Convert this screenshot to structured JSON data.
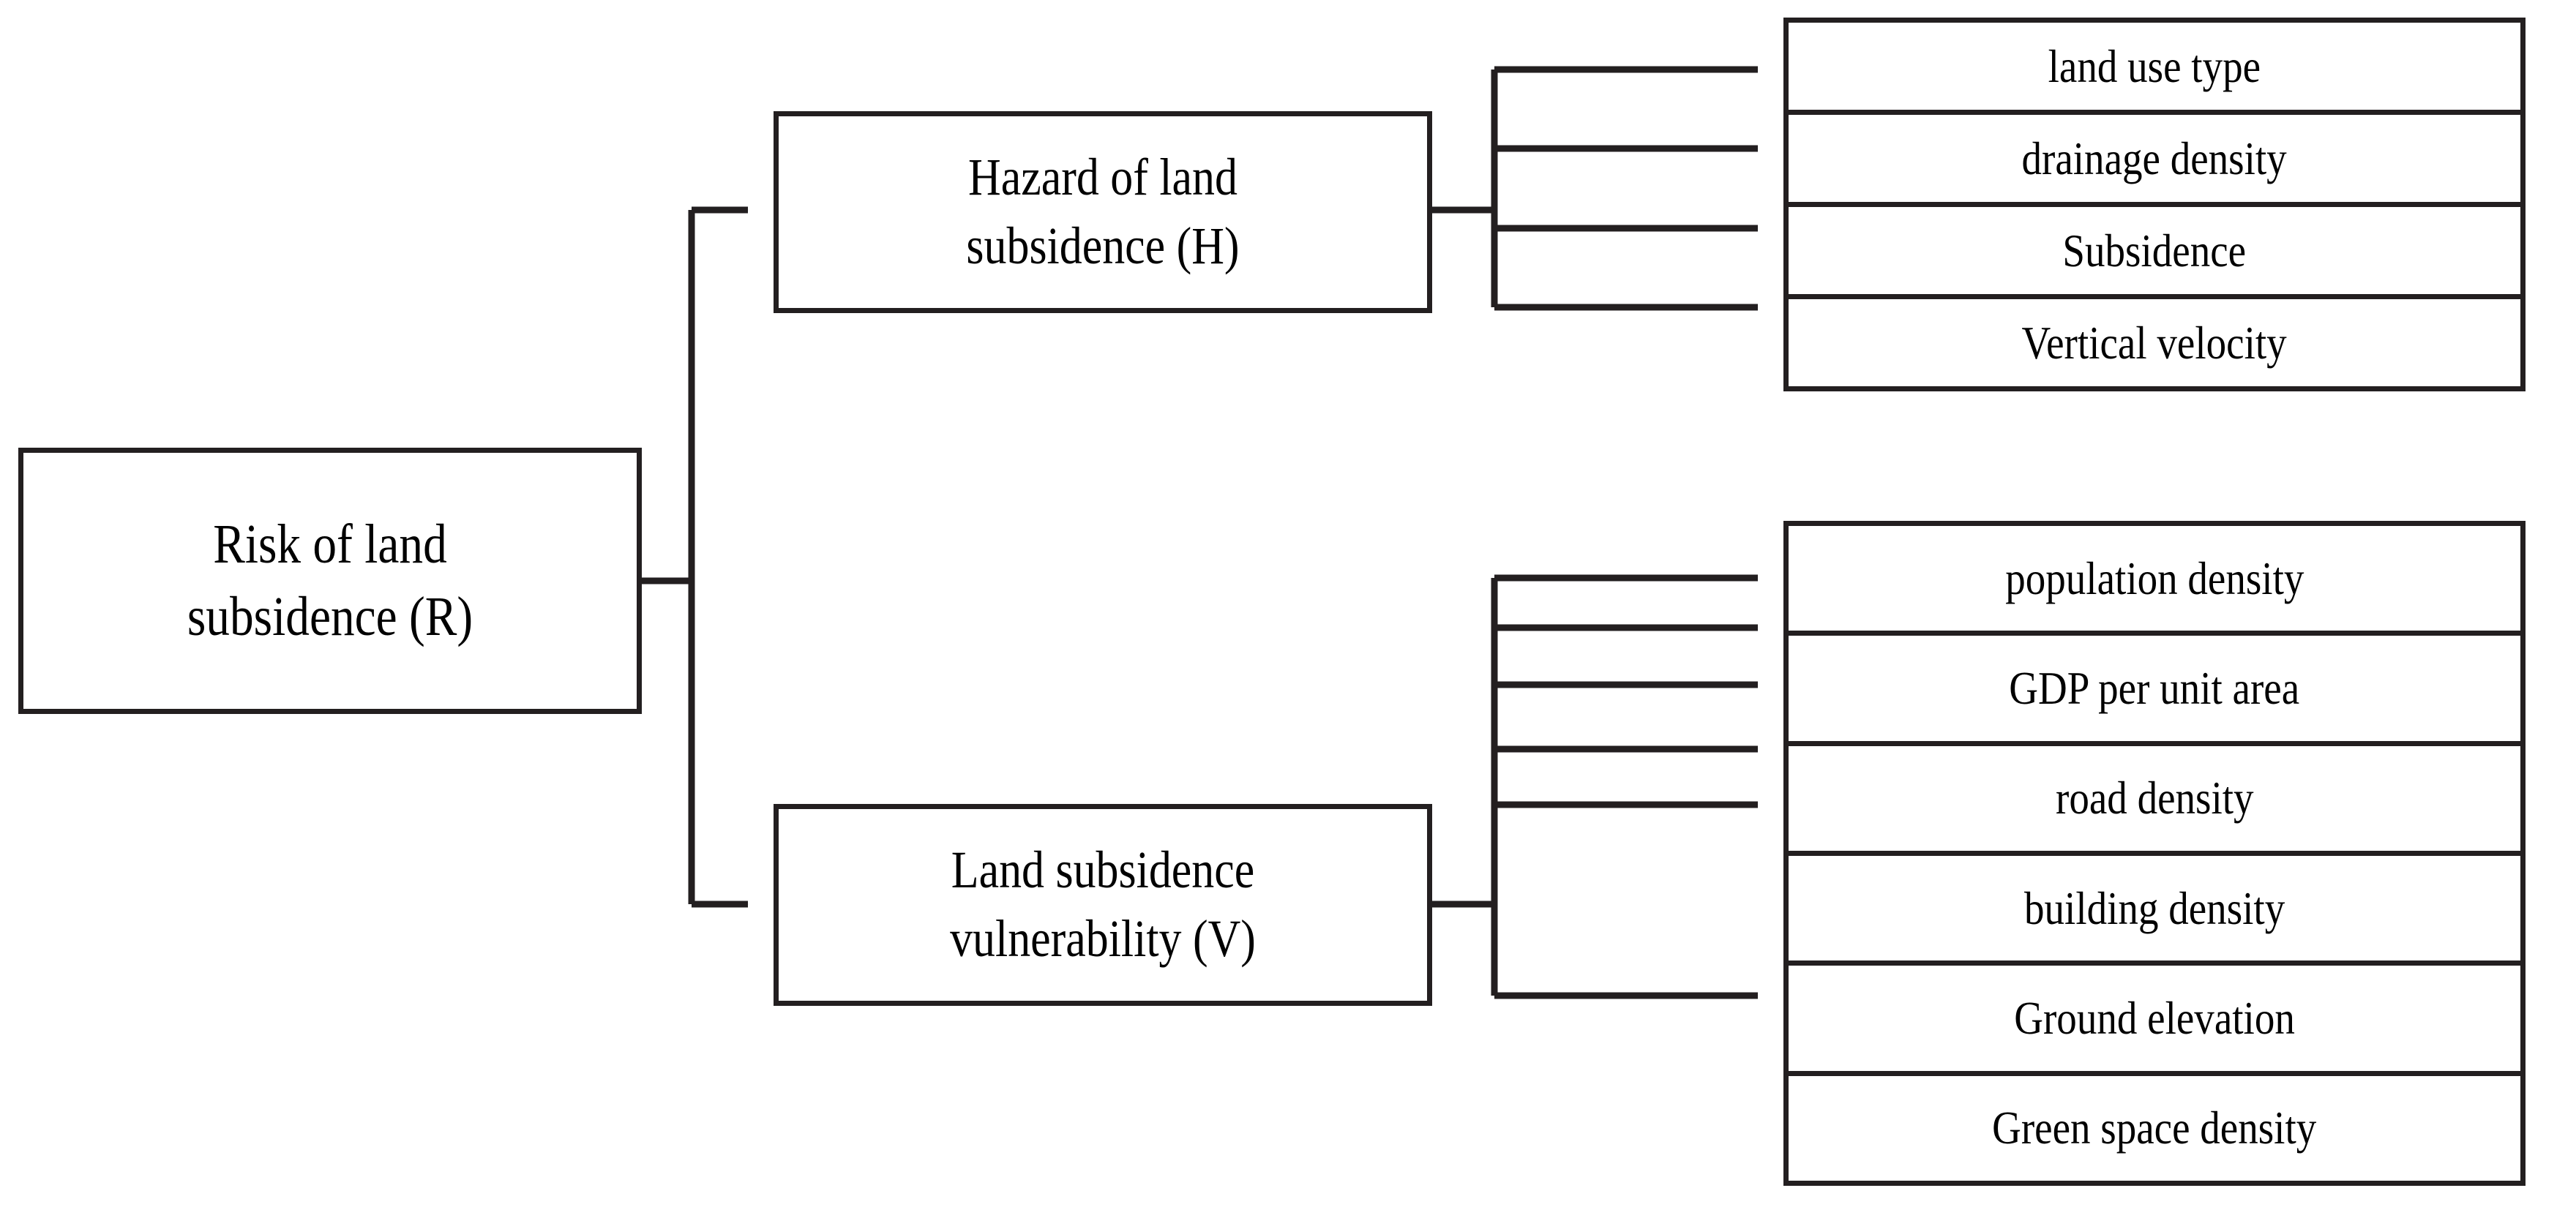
{
  "diagram": {
    "type": "hierarchy-tree",
    "orientation": "left-to-right",
    "line_color": "#231f20",
    "background_color": "#ffffff",
    "root": {
      "label": "Risk of land\nsubsidence (R)",
      "symbol": "R"
    },
    "branches": [
      {
        "id": "hazard",
        "label": "Hazard of land\nsubsidence (H)",
        "symbol": "H",
        "leaves": [
          "land use type",
          "drainage density",
          "Subsidence",
          "Vertical velocity"
        ]
      },
      {
        "id": "vulnerability",
        "label": "Land subsidence\nvulnerability (V)",
        "symbol": "V",
        "leaves": [
          "population density",
          "GDP per unit area",
          "road density",
          "building density",
          "Ground elevation",
          "Green space density"
        ]
      }
    ]
  }
}
